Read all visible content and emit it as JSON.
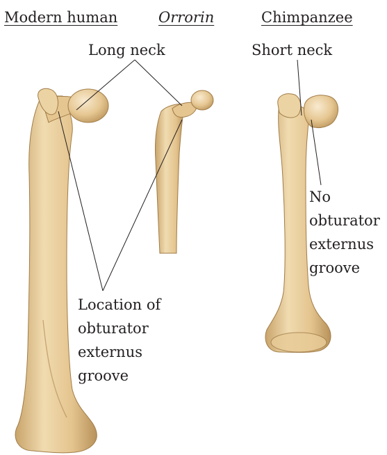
{
  "headers": {
    "modern_human": "Modern human",
    "orrorin": "Orrorin",
    "chimpanzee": "Chimpanzee"
  },
  "labels": {
    "long_neck": "Long neck",
    "short_neck": "Short neck",
    "groove_location": [
      "Location of",
      "obturator",
      "externus",
      "groove"
    ],
    "no_groove": [
      "No",
      "obturator",
      "externus",
      "groove"
    ]
  },
  "colors": {
    "bone_fill": "#e3c38d",
    "bone_light": "#f2dfb6",
    "bone_outline": "#a07c48",
    "leader_line": "#231f20"
  }
}
